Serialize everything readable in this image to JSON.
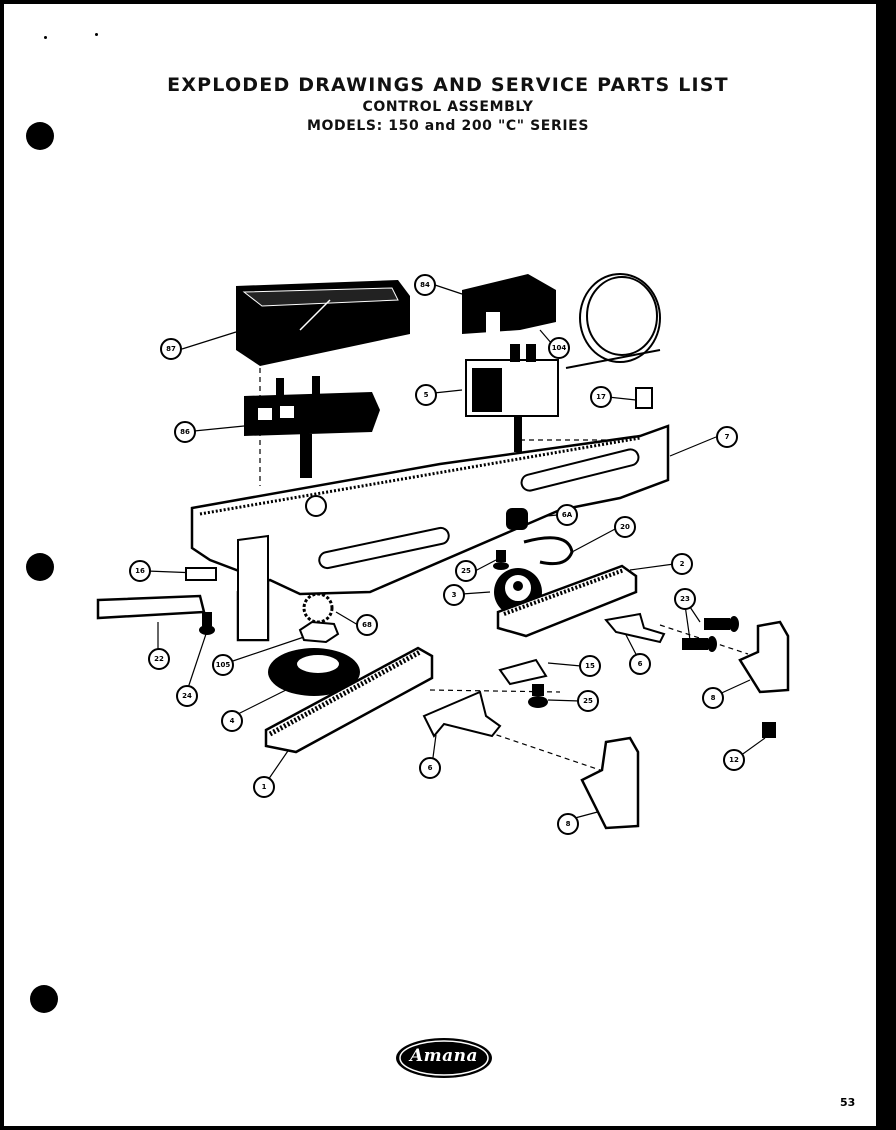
{
  "header": {
    "title": "EXPLODED DRAWINGS AND SERVICE PARTS LIST",
    "subtitle": "CONTROL ASSEMBLY",
    "models": "MODELS: 150 and 200 \"C\" SERIES"
  },
  "callouts": [
    "87",
    "84",
    "104",
    "5",
    "17",
    "7",
    "86",
    "6A",
    "20",
    "16",
    "25",
    "2",
    "3",
    "68",
    "23",
    "22",
    "105",
    "6",
    "24",
    "4",
    "15",
    "25",
    "8",
    "1",
    "6",
    "12",
    "8"
  ],
  "brand": {
    "logo_text": "Amana"
  },
  "footer": {
    "page_number": "53"
  }
}
